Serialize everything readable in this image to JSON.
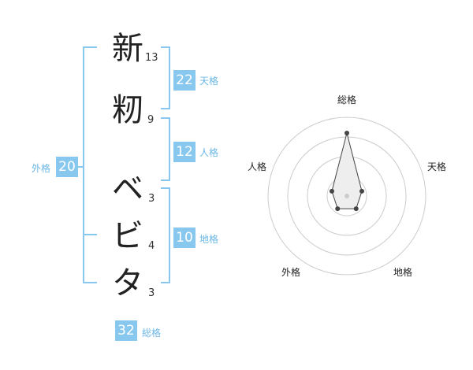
{
  "name": {
    "chars": [
      {
        "char": "新",
        "strokes": "13"
      },
      {
        "char": "籾",
        "strokes": "9"
      },
      {
        "char": "ベ",
        "strokes": "3"
      },
      {
        "char": "ビ",
        "strokes": "4"
      },
      {
        "char": "タ",
        "strokes": "3"
      }
    ]
  },
  "fortunes": {
    "tenkaku": {
      "value": "22",
      "label": "天格"
    },
    "jinkaku": {
      "value": "12",
      "label": "人格"
    },
    "chikaku": {
      "value": "10",
      "label": "地格"
    },
    "gaikaku": {
      "value": "20",
      "label": "外格"
    },
    "soukaku": {
      "value": "32",
      "label": "総格"
    }
  },
  "chart_data": {
    "type": "radar",
    "axes": [
      "総格",
      "天格",
      "地格",
      "外格",
      "人格"
    ],
    "values": [
      4,
      1,
      1,
      1,
      1
    ],
    "rmax": 5,
    "rings": 4,
    "colors": {
      "ring": "#cccccc",
      "fill": "#eeeeee",
      "stroke": "#444444",
      "center": "#cccccc"
    }
  }
}
